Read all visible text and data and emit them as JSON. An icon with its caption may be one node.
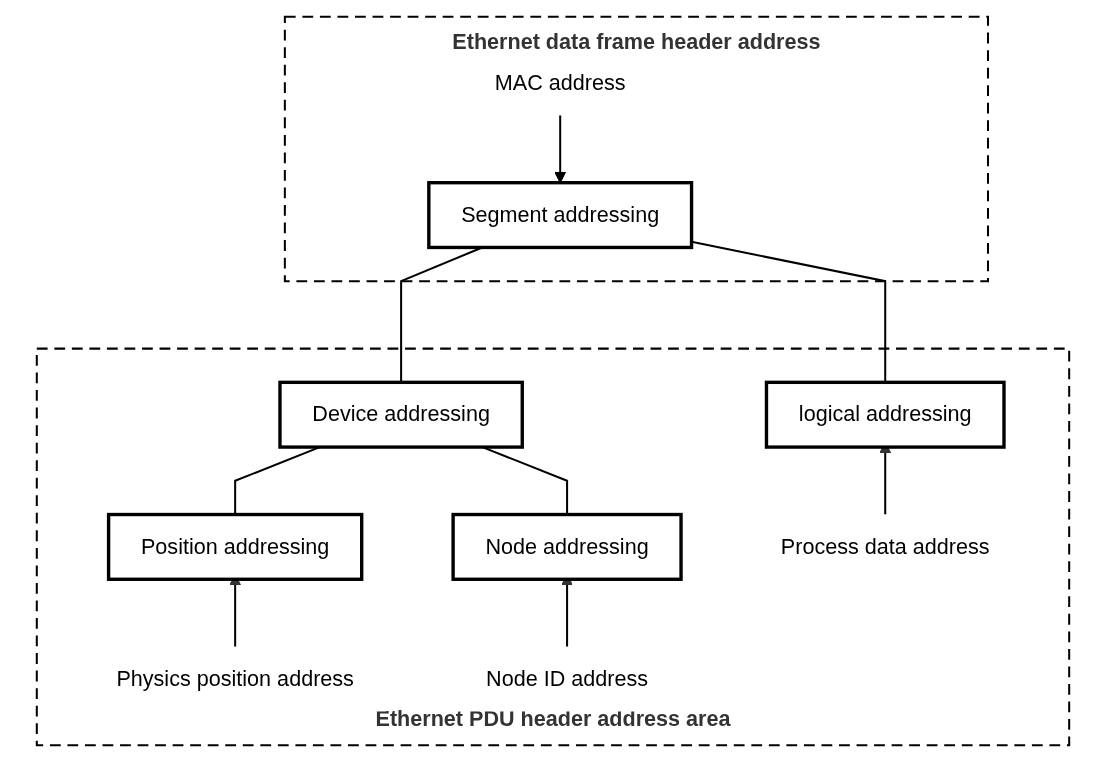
{
  "diagram": {
    "nodes": [
      {
        "text": [
          "Ethernet data frame header address"
        ]
      },
      {
        "text": [
          "MAC address"
        ],
        "in": 0
      },
      {
        "text": [
          "Segment addressing"
        ],
        "in": 0
      },
      {
        "text": [
          "Ethernet PDU header address area"
        ]
      },
      {
        "text": [
          "Device addressing"
        ],
        "in": 3
      },
      {
        "text": [
          "logical addressing"
        ],
        "in": 3
      },
      {
        "text": [
          "Position addressing"
        ],
        "in": 3
      },
      {
        "text": [
          "Node addressing"
        ],
        "in": 3
      },
      {
        "text": [
          "Physics position address"
        ],
        "in": 3
      },
      {
        "text": [
          "Node ID address"
        ],
        "in": 3
      },
      {
        "text": [
          "Process data address"
        ],
        "in": 3
      }
    ],
    "edges": [
      {
        "from": 1,
        "to": 2,
        "arrow": "to"
      },
      {
        "from": 2,
        "to": 4,
        "arrow": "none"
      },
      {
        "from": 2,
        "to": 5,
        "arrow": "none"
      },
      {
        "from": 4,
        "to": 6,
        "arrow": "none"
      },
      {
        "from": 4,
        "to": 7,
        "arrow": "none"
      },
      {
        "from": 8,
        "to": 6,
        "arrow": "to"
      },
      {
        "from": 9,
        "to": 7,
        "arrow": "to"
      },
      {
        "from": 10,
        "to": 5,
        "arrow": "to"
      }
    ]
  }
}
